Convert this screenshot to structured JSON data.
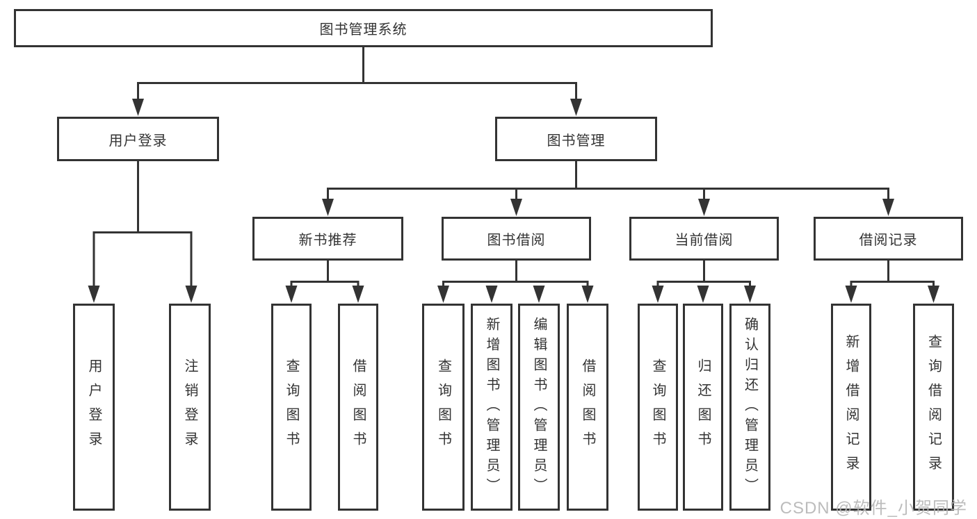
{
  "diagram": {
    "title": "图书管理系统",
    "level2": {
      "user_login": "用户登录",
      "book_mgmt": "图书管理"
    },
    "level3": {
      "new_book": "新书推荐",
      "book_borrow": "图书借阅",
      "current_borrow": "当前借阅",
      "borrow_record": "借阅记录"
    },
    "leaves": {
      "user_login": [
        "用户登录",
        "注销登录"
      ],
      "new_book": [
        "查询图书",
        "借阅图书"
      ],
      "book_borrow": [
        "查询图书",
        "新增图书（管理员）",
        "编辑图书（管理员）",
        "借阅图书"
      ],
      "current_borrow": [
        "查询图书",
        "归还图书",
        "确认归还（管理员）"
      ],
      "borrow_record": [
        "新增借阅记录",
        "查询借阅记录"
      ]
    },
    "colors": {
      "line": "#333333",
      "text": "#333333",
      "background": "#ffffff",
      "watermark": "#b5b5b5"
    }
  },
  "watermark": "CSDN @软件_小贺同学"
}
